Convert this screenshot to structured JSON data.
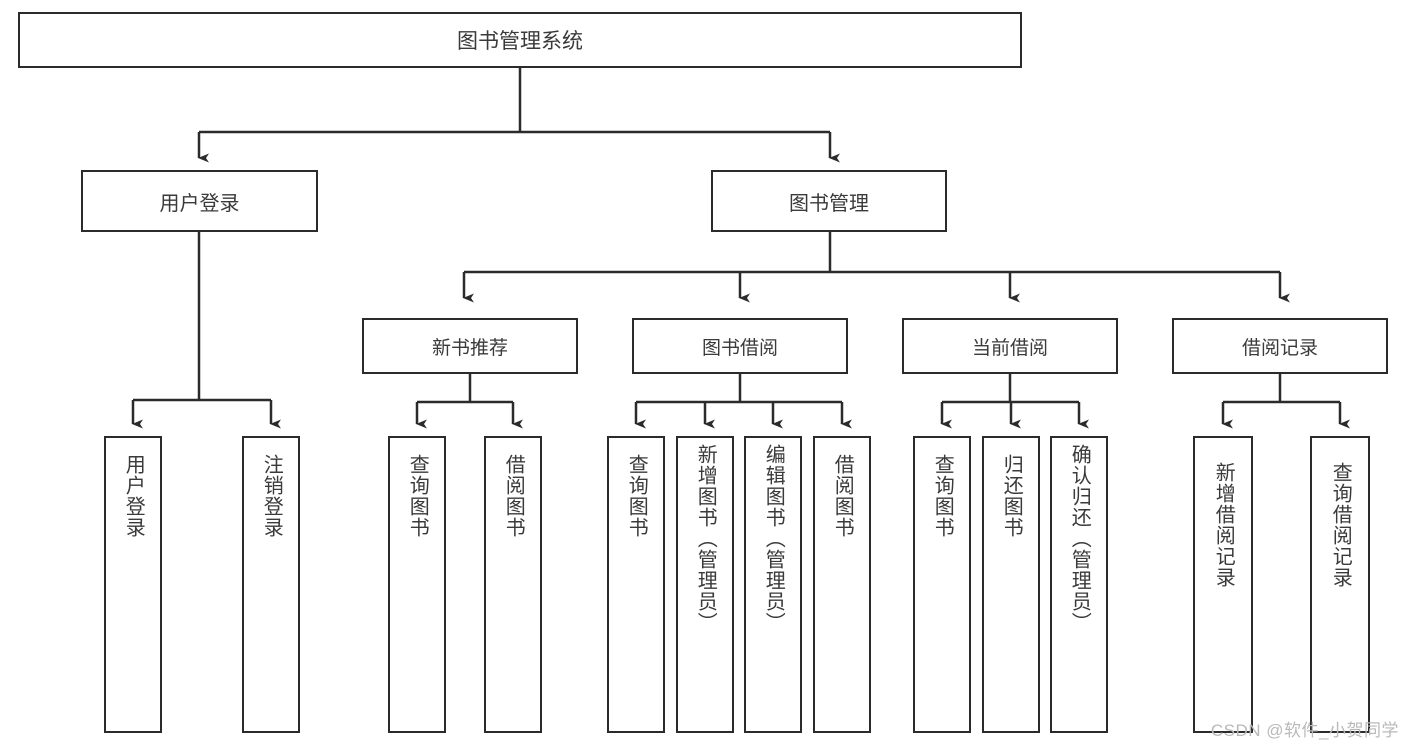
{
  "diagram": {
    "title": "图书管理系统",
    "type": "tree",
    "root": {
      "label": "图书管理系统"
    },
    "level2": [
      {
        "label": "用户登录"
      },
      {
        "label": "图书管理"
      }
    ],
    "level3": [
      {
        "label": "新书推荐"
      },
      {
        "label": "图书借阅"
      },
      {
        "label": "当前借阅"
      },
      {
        "label": "借阅记录"
      }
    ],
    "leaves": {
      "user_login": [
        {
          "label": "用户登录"
        },
        {
          "label": "注销登录"
        }
      ],
      "new_book_recommend": [
        {
          "label": "查询图书"
        },
        {
          "label": "借阅图书"
        }
      ],
      "book_borrow": [
        {
          "label": "查询图书"
        },
        {
          "label": "新增图书（管理员）"
        },
        {
          "label": "编辑图书（管理员）"
        },
        {
          "label": "借阅图书"
        }
      ],
      "current_borrow": [
        {
          "label": "查询图书"
        },
        {
          "label": "归还图书"
        },
        {
          "label": "确认归还（管理员）"
        }
      ],
      "borrow_record": [
        {
          "label": "新增借阅记录"
        },
        {
          "label": "查询借阅记录"
        }
      ]
    }
  },
  "watermark": {
    "text": "CSDN @软件_小贺同学"
  },
  "colors": {
    "border": "#2b2b2b",
    "text": "#3a3a3a",
    "background": "#ffffff",
    "watermark": "#b9b9b9"
  }
}
